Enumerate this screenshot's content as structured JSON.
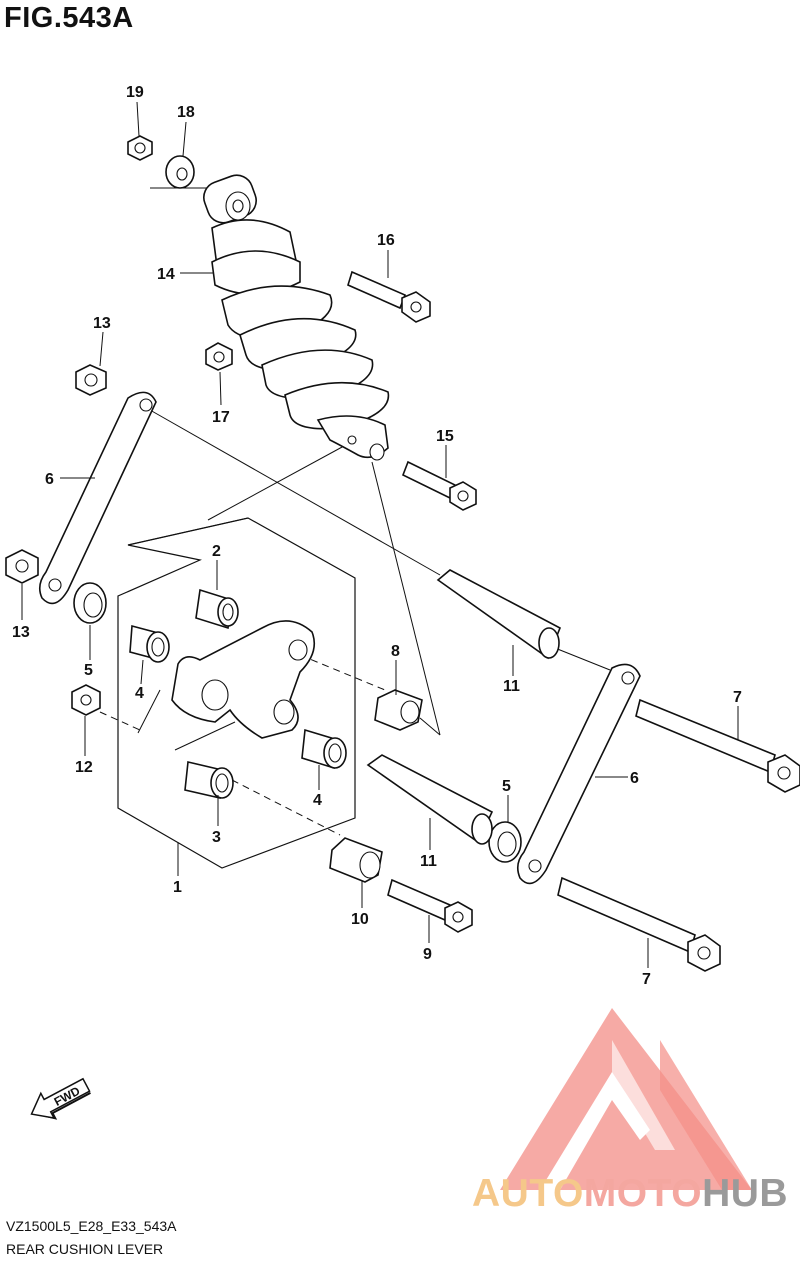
{
  "figure_title": "FIG.543A",
  "reference_code": "VZ1500L5_E28_E33_543A",
  "diagram_title": "REAR CUSHION LEVER",
  "direction_label": "FWD",
  "watermark": {
    "part1": "AUTO",
    "part2": "MOTO",
    "part3": "HUB",
    "colors": {
      "auto": "#f5c88a",
      "moto": "#f4a7a0",
      "hub": "#9a9a9a",
      "logo": "#f27b72"
    }
  },
  "callouts": [
    {
      "id": "c19",
      "label": "19"
    },
    {
      "id": "c18",
      "label": "18"
    },
    {
      "id": "c16",
      "label": "16"
    },
    {
      "id": "c14",
      "label": "14"
    },
    {
      "id": "c13a",
      "label": "13"
    },
    {
      "id": "c17",
      "label": "17"
    },
    {
      "id": "c15",
      "label": "15"
    },
    {
      "id": "c6a",
      "label": "6"
    },
    {
      "id": "c2",
      "label": "2"
    },
    {
      "id": "c13b",
      "label": "13"
    },
    {
      "id": "c5a",
      "label": "5"
    },
    {
      "id": "c4a",
      "label": "4"
    },
    {
      "id": "c8",
      "label": "8"
    },
    {
      "id": "c11a",
      "label": "11"
    },
    {
      "id": "c7a",
      "label": "7"
    },
    {
      "id": "c12",
      "label": "12"
    },
    {
      "id": "c6b",
      "label": "6"
    },
    {
      "id": "c5b",
      "label": "5"
    },
    {
      "id": "c4b",
      "label": "4"
    },
    {
      "id": "c3",
      "label": "3"
    },
    {
      "id": "c11b",
      "label": "11"
    },
    {
      "id": "c1",
      "label": "1"
    },
    {
      "id": "c10",
      "label": "10"
    },
    {
      "id": "c9",
      "label": "9"
    },
    {
      "id": "c7b",
      "label": "7"
    }
  ]
}
